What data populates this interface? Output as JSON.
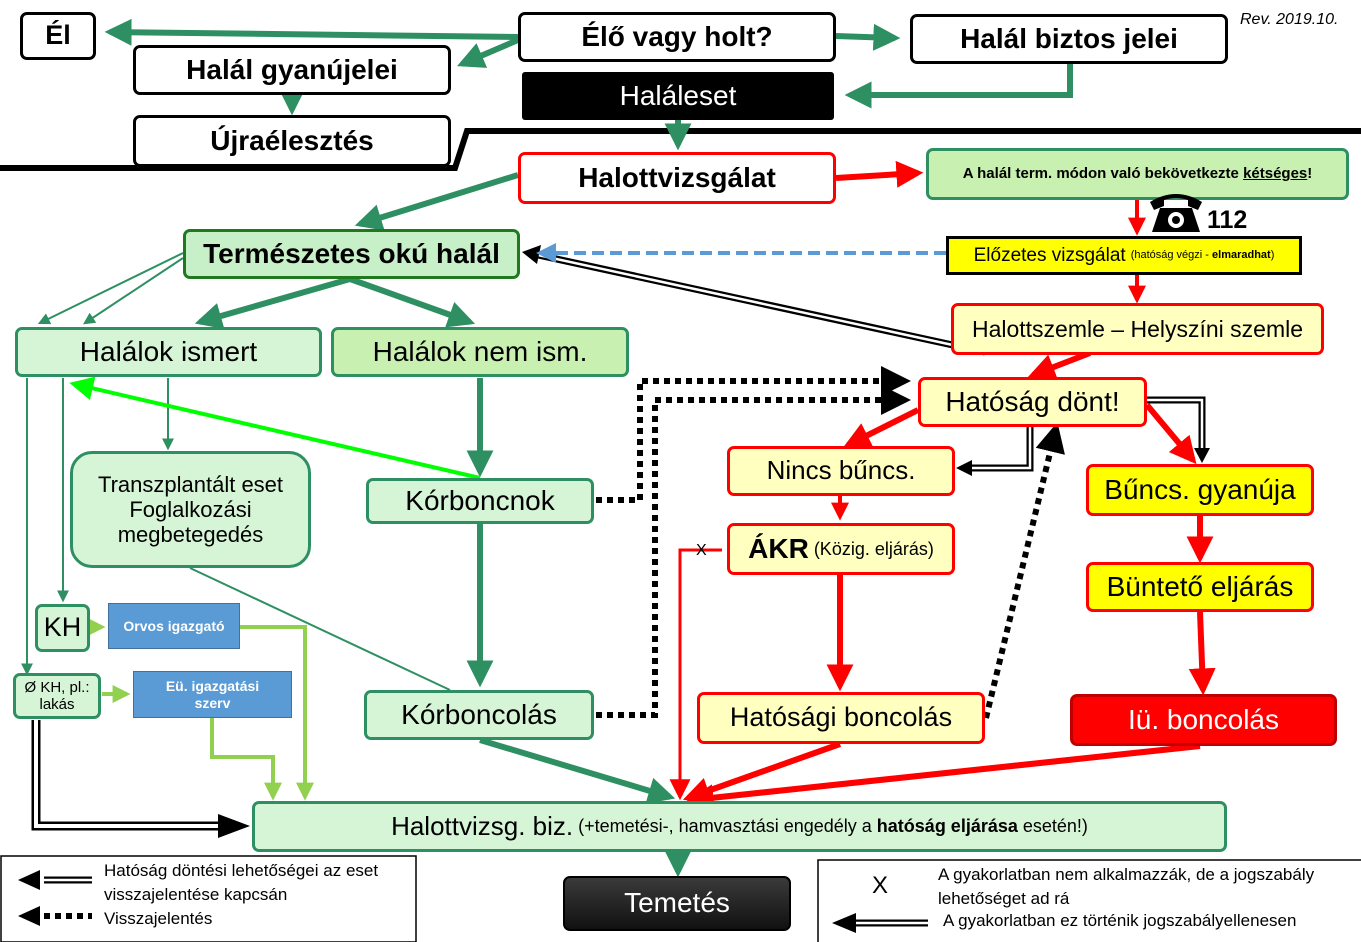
{
  "revision": "Rev. 2019.10.",
  "nodes": {
    "el": "Él",
    "elo_vagy_holt": "Élő vagy holt?",
    "halal_biztos_jelei": "Halál biztos jelei",
    "halal_gyanujelei": "Halál gyanújelei",
    "haleset": "Haláleset",
    "ujraelesztes": "Újraélesztés",
    "halottvizsgalat": "Halottvizsgálat",
    "ketseges_prefix": "A halál term. módon való bekövetkezte ",
    "ketseges_underlined": "kétséges",
    "ketseges_suffix": "!",
    "phone_number": "112",
    "termeszetes": "Természetes okú halál",
    "elozetes_main": "Előzetes vizsgálat",
    "elozetes_small_a": "(hatóság végzi - ",
    "elozetes_small_b": "elmaradhat",
    "elozetes_small_c": ")",
    "halalok_ismert": "Halálok ismert",
    "halalok_nem": "Halálok nem ism.",
    "halottszemle": "Halottszemle – Helyszíni szemle",
    "hatosag_dont": "Hatóság dönt!",
    "transzplantalt": "Transzplantált eset",
    "foglalkozasi": "Foglalkozási",
    "megbetegedes": "megbetegedés",
    "korboncnok": "Kórboncnok",
    "nincs_buncs": "Nincs bűncs.",
    "buncs_gyanuja": "Bűncs. gyanúja",
    "akr": "ÁKR",
    "akr_sub": " (Közig. eljárás)",
    "x_mark": "X",
    "kh": "KH",
    "orvos_igazgato": "Orvos igazgató",
    "bunteto_eljaras": "Büntető eljárás",
    "nokh_a": "Ø KH, pl.:",
    "nokh_b": "lakás",
    "eu_igazgatasi_a": "Eü. igazgatási",
    "eu_igazgatasi_b": "szerv",
    "korboncolas": "Kórboncolás",
    "hatosagi_boncolas": "Hatósági boncolás",
    "iu_boncolas": "Iü. boncolás",
    "biz_main": "Halottvizsg. biz.",
    "biz_part1": " (+temetési-, hamvasztási engedély a ",
    "biz_bold": "hatóság eljárása",
    "biz_part2": " esetén!)",
    "temetes": "Temetés"
  },
  "legend": {
    "left_line1": "Hatóság döntési lehetőségei az eset",
    "left_line2": "visszajelentése kapcsán",
    "left_line3": "Visszajelentés",
    "right_x": "X",
    "right_line1": "A gyakorlatban nem alkalmazzák, de a jogszabály",
    "right_line2": "lehetőséget ad rá",
    "right_line3": "A gyakorlatban ez történik jogszabályellenesen"
  },
  "colors": {
    "green": "#2e9062",
    "light_green": "#92d050",
    "bright_green": "#00ff00",
    "red": "#ff0000",
    "dashed_blue": "#5b9bd5",
    "yellow": "#ffff00"
  }
}
